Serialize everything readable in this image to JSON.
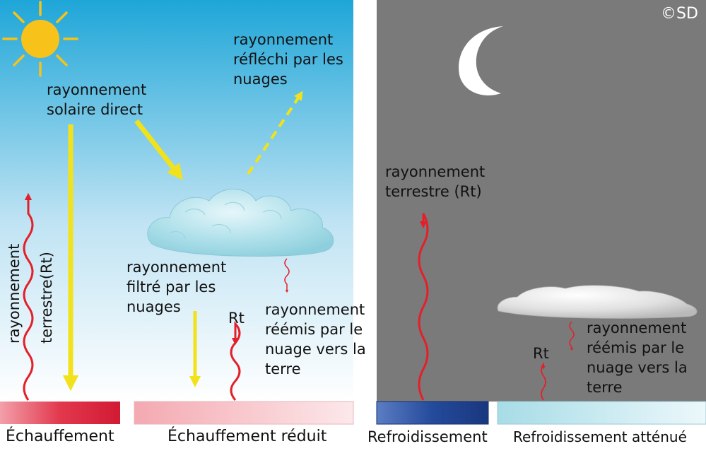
{
  "copyright": "©SD",
  "day": {
    "direct_solar_line1": "rayonnement",
    "direct_solar_line2": "solaire direct",
    "reflected_line1": "rayonnement",
    "reflected_line2": "réfléchi par les",
    "reflected_line3": "nuages",
    "filtered_line1": "rayonnement",
    "filtered_line2": "filtré par les",
    "filtered_line3": "nuages",
    "terrestrial_vertical_line1": "rayonnement",
    "terrestrial_vertical_line2": "terrestre(Rt)",
    "rt_short": "Rt",
    "reemitted_line1": "rayonnement",
    "reemitted_line2": "réémis par le",
    "reemitted_line3": "nuage vers la",
    "reemitted_line4": "terre"
  },
  "night": {
    "terrestrial_line1": "rayonnement",
    "terrestrial_line2": "terrestre (Rt)",
    "rt_short": "Rt",
    "reemitted_line1": "rayonnement",
    "reemitted_line2": "réémis par le",
    "reemitted_line3": "nuage vers la",
    "reemitted_line4": "terre"
  },
  "captions": {
    "heating": "Échauffement",
    "reduced_heating": "Échauffement réduit",
    "cooling": "Refroidissement",
    "mitigated_cooling": "Refroidissement atténué"
  },
  "colors": {
    "sky_top": "#1ea6d8",
    "night_sky": "#7a7a7a",
    "sun": "#f7c21a",
    "solar_arrow": "#f2e21c",
    "terrestrial_arrow": "#e3202a",
    "heating_bar": "#d9263a",
    "reduced_bar": "#f0a6ad",
    "cooling_bar": "#1e3f8c",
    "mitigated_bar": "#bfe6ee"
  },
  "icons": [
    "sun-icon",
    "crescent-moon-icon",
    "cloud-icon"
  ]
}
